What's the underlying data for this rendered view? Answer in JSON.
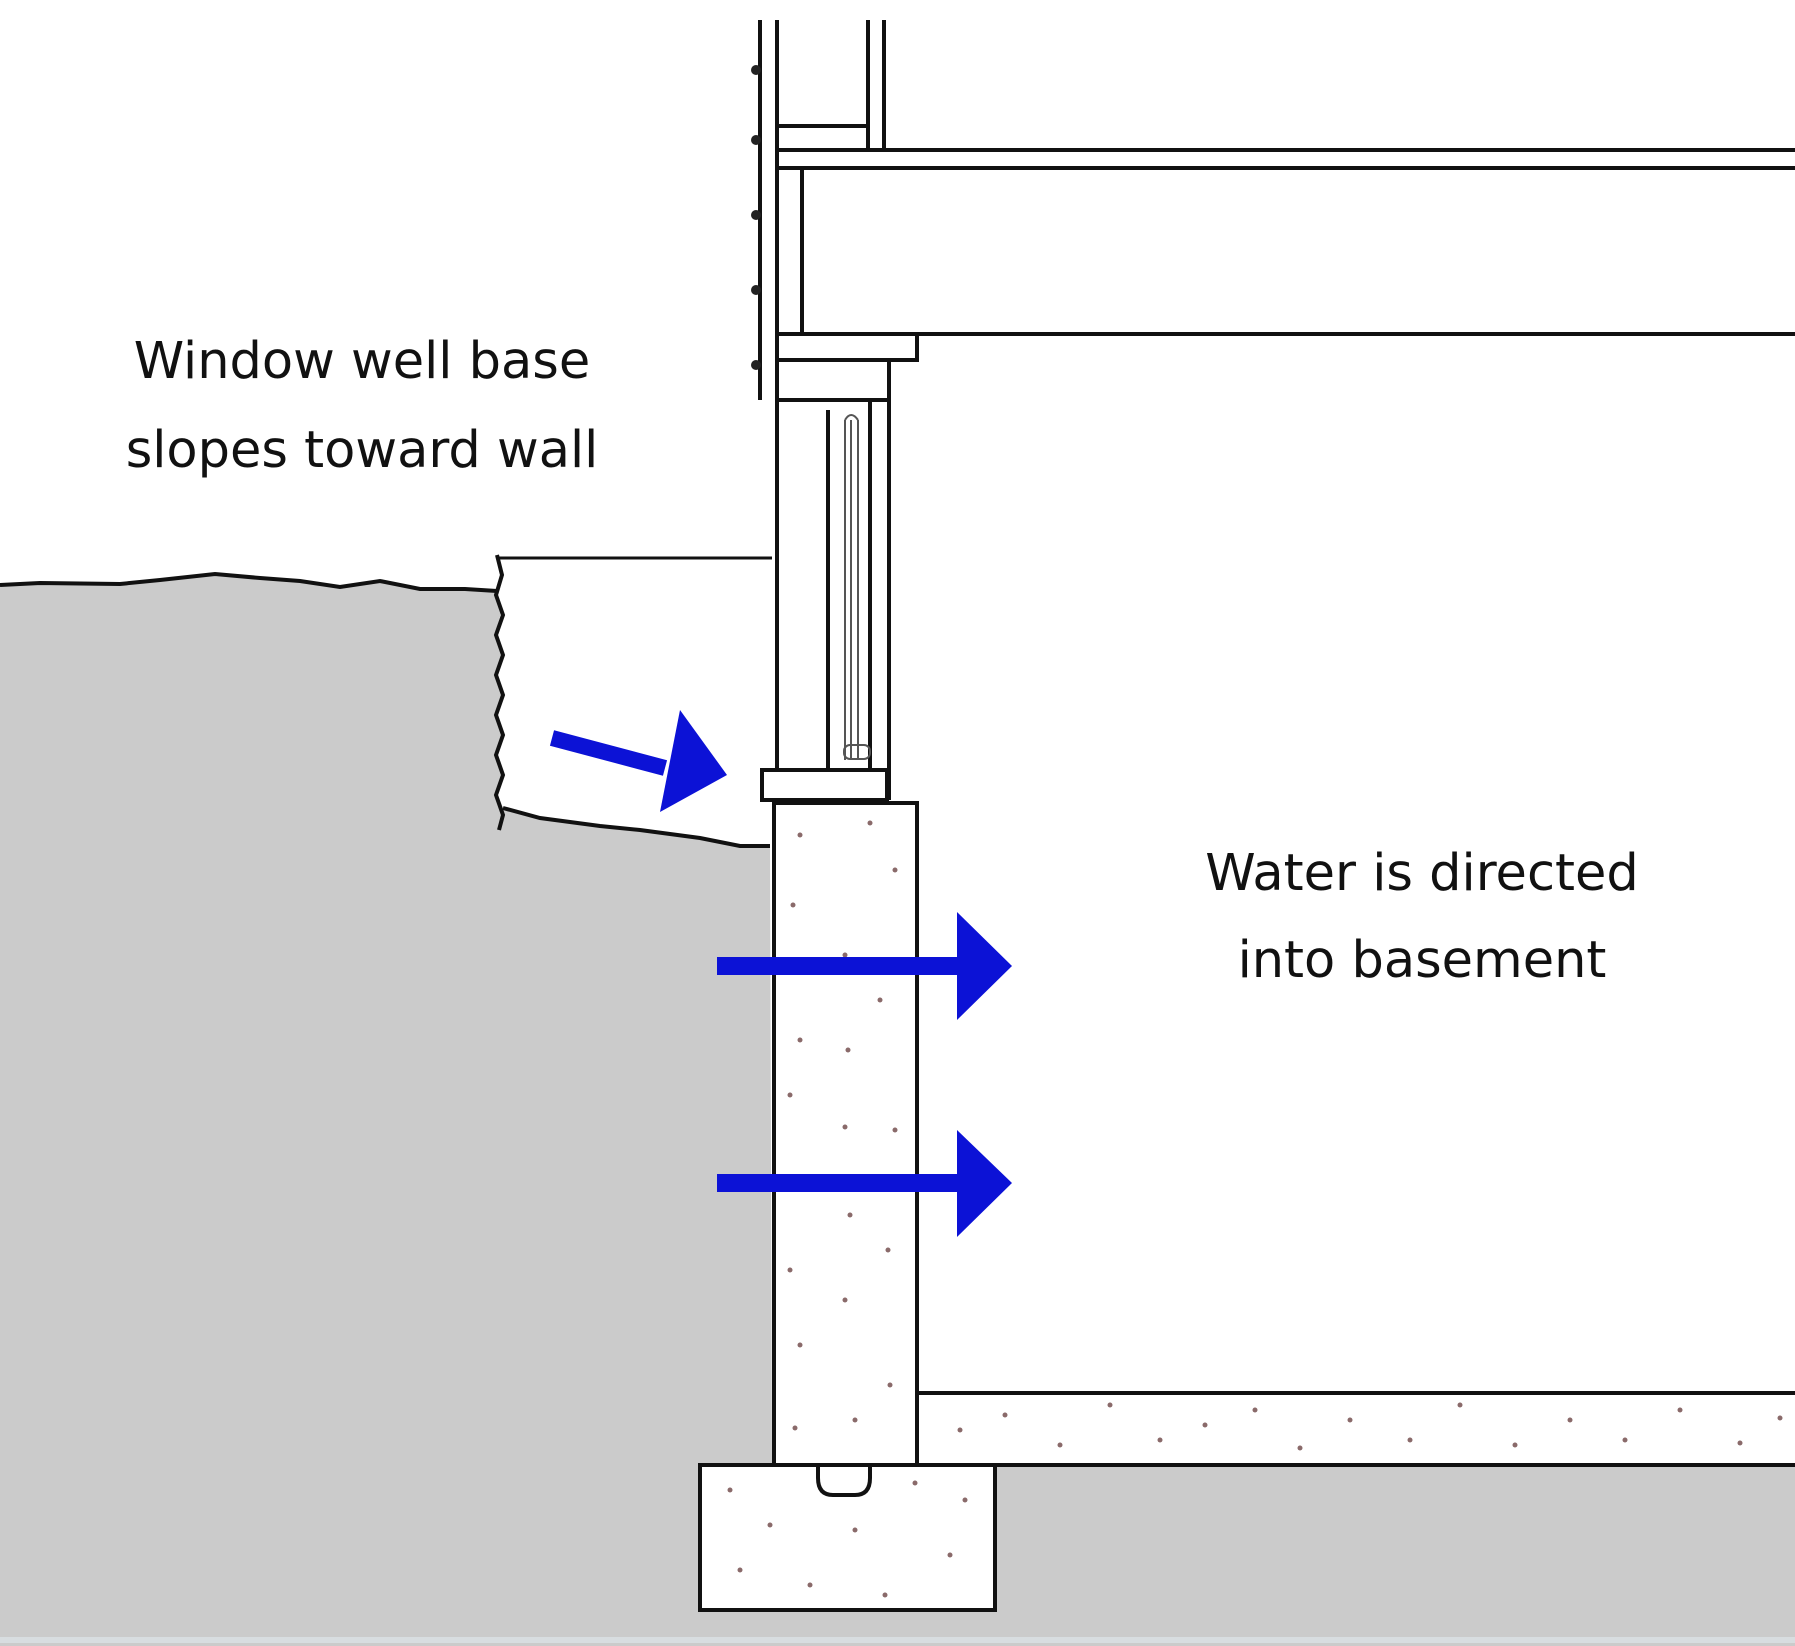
{
  "labels": {
    "window_well_line1": "Window well base",
    "window_well_line2": "slopes toward wall",
    "water_line1": "Water is directed",
    "water_line2": "into basement"
  },
  "colors": {
    "soil": "#cbcbcb",
    "arrow": "#0c12d6",
    "line": "#111111",
    "concrete_speck": "#8a6a6a",
    "background": "#ffffff"
  }
}
